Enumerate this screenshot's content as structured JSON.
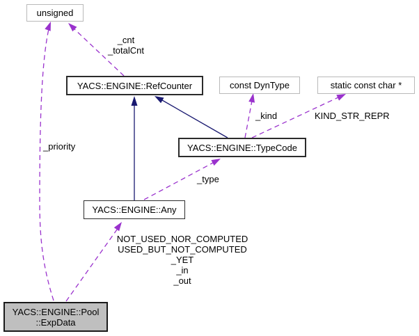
{
  "diagram": {
    "kind": "collaboration-graph",
    "colors": {
      "usage_edge": "#9a32cd",
      "inheritance_edge": "#191970",
      "node_fill": "#ffffff",
      "focus_node_fill": "#bfbfbf",
      "dark_border": "#2b2b2b",
      "light_border": "#b9b9b9",
      "background": "#ffffff"
    },
    "nodes": {
      "unsigned": {
        "label": "unsigned"
      },
      "refcounter": {
        "label": "YACS::ENGINE::RefCounter"
      },
      "dyntype": {
        "label": "const DynType"
      },
      "static_char": {
        "label": "static const char *"
      },
      "typecode": {
        "label": "YACS::ENGINE::TypeCode"
      },
      "any": {
        "label": "YACS::ENGINE::Any"
      },
      "expdata": {
        "label": "YACS::ENGINE::Pool\n::ExpData"
      }
    },
    "edge_labels": {
      "cnt": "_cnt\n_totalCnt",
      "priority": "_priority",
      "kind": "_kind",
      "kind_str_repr": "KIND_STR_REPR",
      "type": "_type",
      "pool_to_any": "NOT_USED_NOR_COMPUTED\nUSED_BUT_NOT_COMPUTED\n_YET\n_in\n_out"
    }
  }
}
